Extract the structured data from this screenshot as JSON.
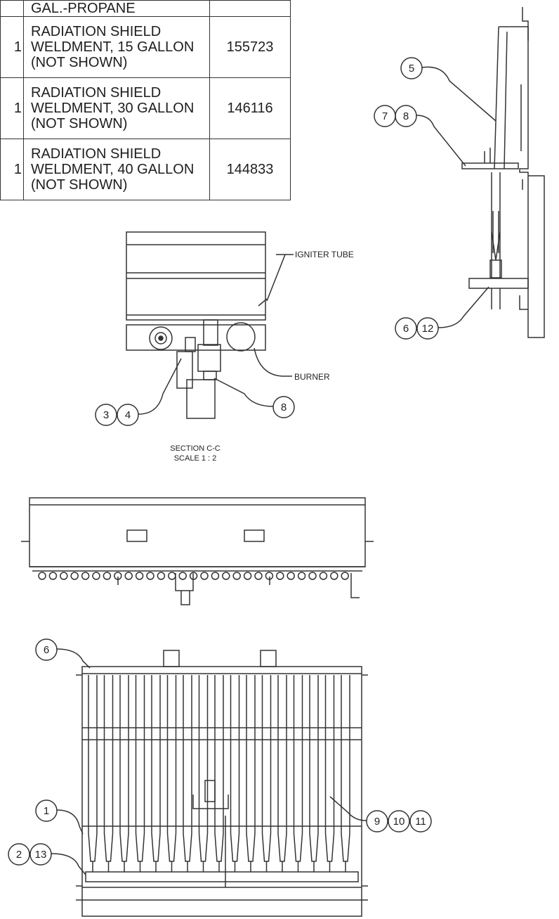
{
  "parts_table": {
    "rows": [
      {
        "qty": "",
        "description": "GAL.-PROPANE",
        "part": ""
      },
      {
        "qty": "1",
        "description": "RADIATION SHIELD WELDMENT, 15 GALLON (NOT SHOWN)",
        "part": "155723"
      },
      {
        "qty": "1",
        "description": "RADIATION SHIELD WELDMENT, 30 GALLON (NOT SHOWN)",
        "part": "146116"
      },
      {
        "qty": "1",
        "description": "RADIATION SHIELD WELDMENT, 40 GALLON (NOT SHOWN)",
        "part": "144833"
      }
    ]
  },
  "row1": {
    "desc_l1": "RADIATION SHIELD",
    "desc_l2": "WELDMENT, 15 GALLON",
    "desc_l3": "(NOT SHOWN)"
  },
  "row2": {
    "desc_l1": "RADIATION SHIELD",
    "desc_l2": "WELDMENT, 30 GALLON",
    "desc_l3": "(NOT SHOWN)"
  },
  "row3": {
    "desc_l1": "RADIATION SHIELD",
    "desc_l2": "WELDMENT, 40 GALLON",
    "desc_l3": "(NOT SHOWN)"
  },
  "labels": {
    "igniter_tube": "IGNITER TUBE",
    "burner": "BURNER",
    "section_title": "SECTION C-C",
    "section_scale": "SCALE 1 : 2"
  },
  "balloons": {
    "b5": "5",
    "b7": "7",
    "b8a": "8",
    "b6a": "6",
    "b12": "12",
    "b3": "3",
    "b4": "4",
    "b8b": "8",
    "b6b": "6",
    "b1": "1",
    "b2": "2",
    "b13": "13",
    "b9": "9",
    "b10": "10",
    "b11": "11"
  },
  "colors": {
    "line": "#333333",
    "text": "#1e1e1e",
    "background": "#ffffff"
  }
}
